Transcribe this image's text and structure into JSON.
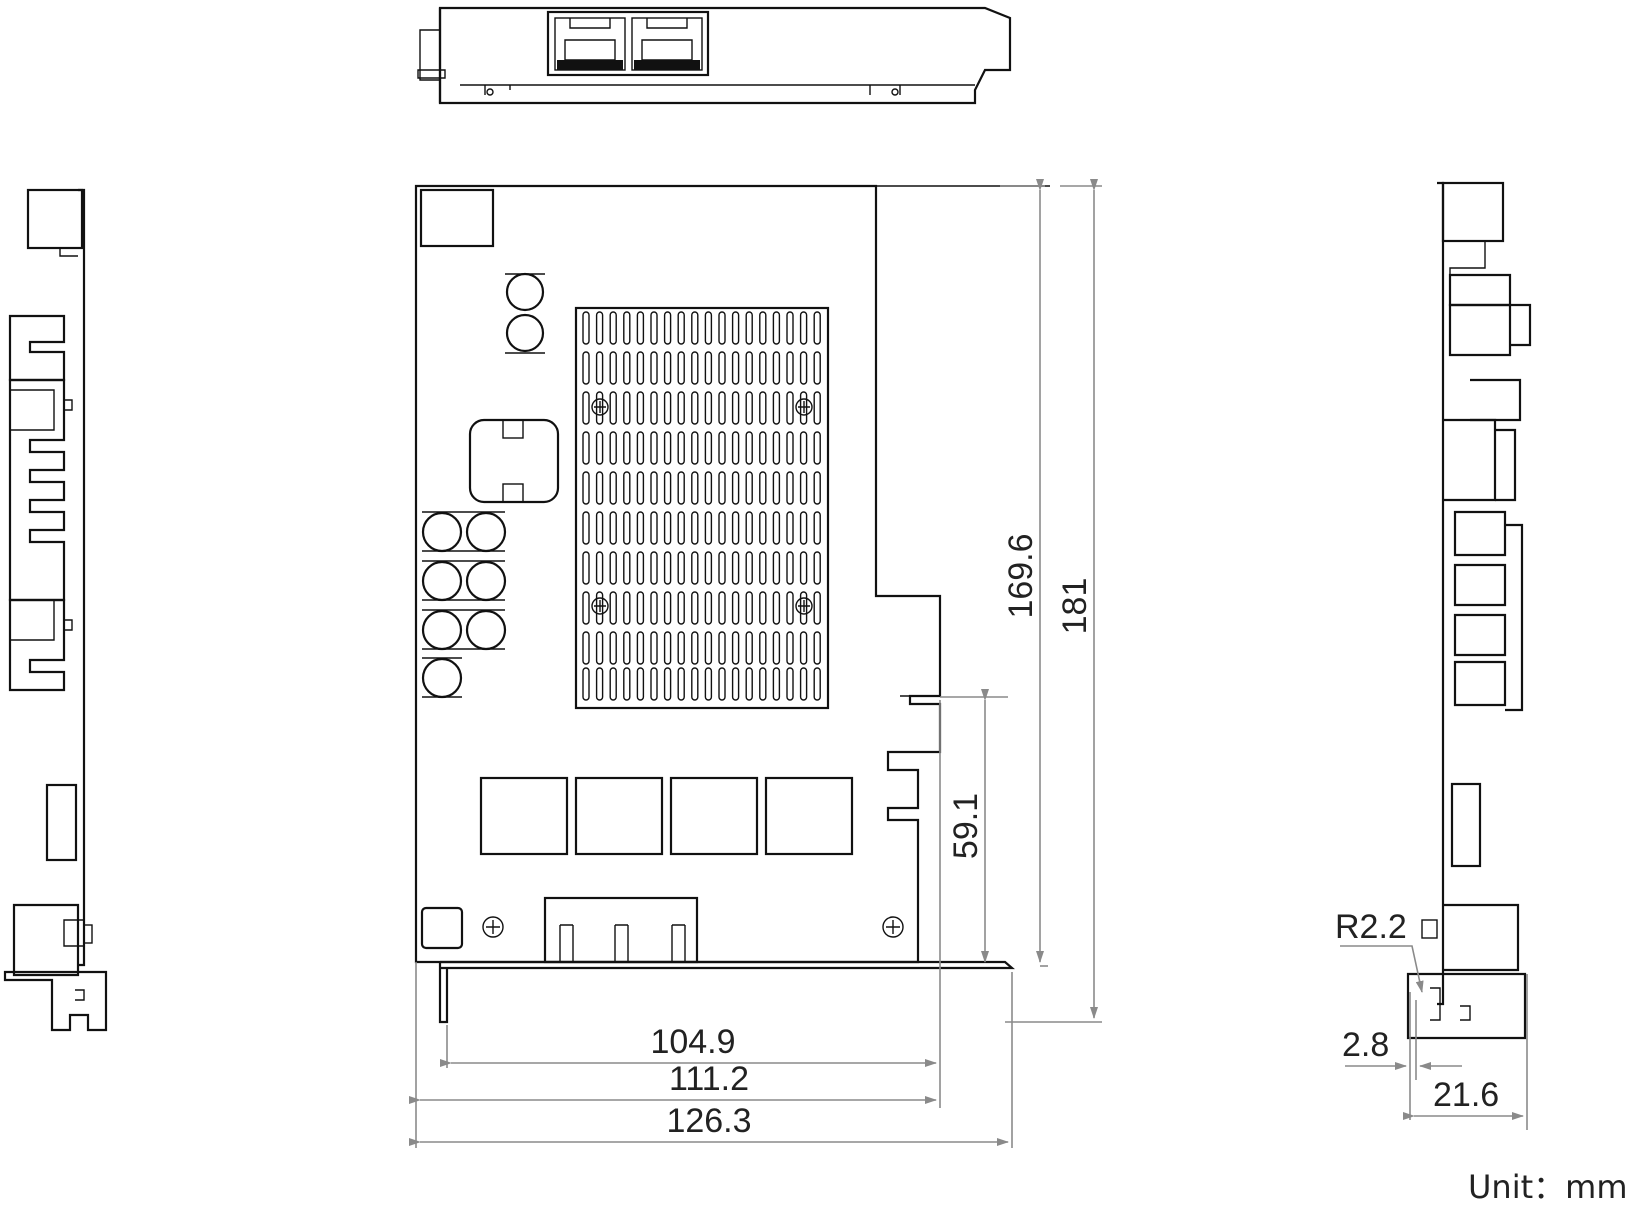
{
  "dimensions": {
    "height_to_slot": "169.6",
    "total_height": "181",
    "slot_height": "59.1",
    "width_a": "104.9",
    "width_b": "111.2",
    "width_total": "126.3",
    "radius": "R2.2",
    "offset": "2.8",
    "depth": "21.6"
  },
  "unit_label": "Unit：mm",
  "views": [
    "top-view",
    "left-side-view",
    "front-view",
    "right-side-view"
  ],
  "colors": {
    "outline": "#111111",
    "dimension": "#8a8a8a",
    "background": "#ffffff"
  }
}
